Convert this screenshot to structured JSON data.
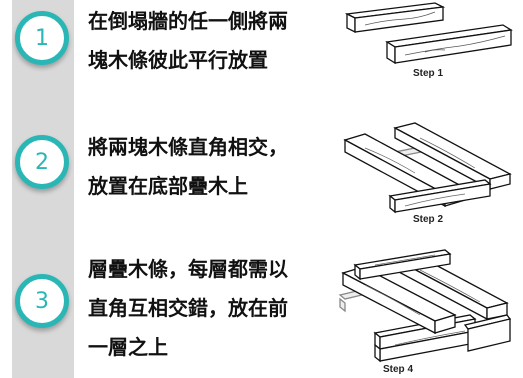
{
  "steps": [
    {
      "number": "1",
      "text": "在倒塌牆的任一側將兩\n塊木條彼此平行放置",
      "caption": "Step 1"
    },
    {
      "number": "2",
      "text": "將兩塊木條直角相交，\n放置在底部疊木上",
      "caption": "Step 2"
    },
    {
      "number": "3",
      "text": "層疊木條，每層都需以\n直角互相交錯，放在前\n一層之上",
      "caption": "Step 4"
    }
  ],
  "colors": {
    "accent": "#2bb6b6",
    "rail": "#d9d9d9"
  }
}
